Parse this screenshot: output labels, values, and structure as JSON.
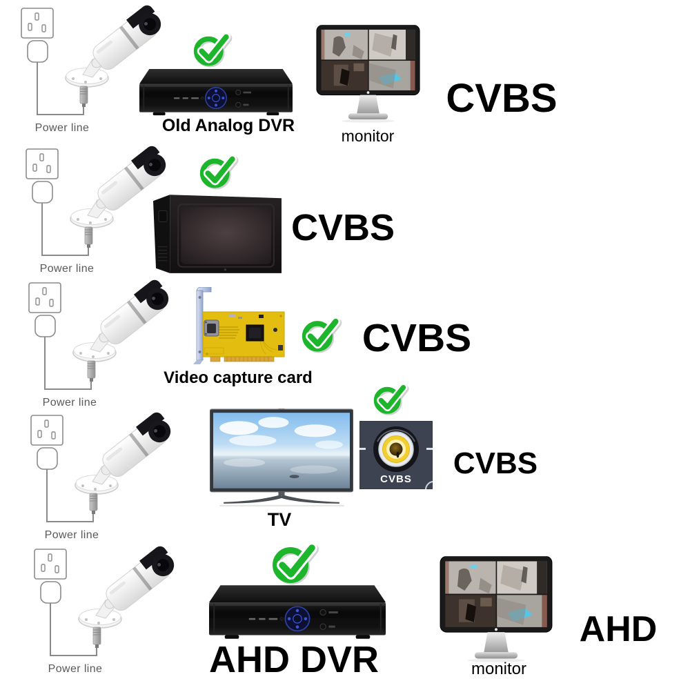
{
  "rows": [
    {
      "power_label": "Power line",
      "device_label": "Old Analog DVR",
      "display_label": "monitor",
      "signal_label": "CVBS"
    },
    {
      "power_label": "Power line",
      "signal_label": "CVBS"
    },
    {
      "power_label": "Power line",
      "device_label": "Video capture card",
      "signal_label": "CVBS"
    },
    {
      "power_label": "Power line",
      "device_label": "TV",
      "connector_label": "CVBS",
      "signal_label": "CVBS"
    },
    {
      "power_label": "Power line",
      "device_label": "AHD DVR",
      "display_label": "monitor",
      "signal_label": "AHD"
    }
  ],
  "icons": {
    "approve": "check-circle-icon"
  },
  "colors": {
    "check_green": "#1db52c",
    "pcb_yellow": "#e3bd0f",
    "rca_yellow": "#f2ce2e",
    "label_black": "#000000",
    "power_label_gray": "#585858",
    "connector_label_white": "#ffffff"
  }
}
